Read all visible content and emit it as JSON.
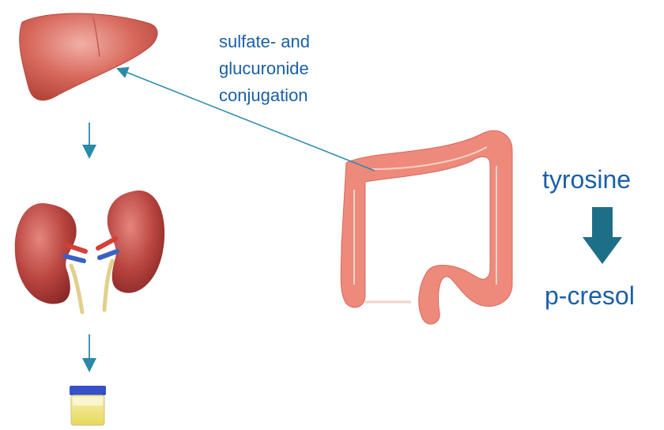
{
  "annotation": {
    "lines": [
      "sulfate- and",
      "glucuronide",
      "conjugation"
    ]
  },
  "metabolism": {
    "precursor": "tyrosine",
    "product": "p-cresol"
  },
  "icons": {
    "liver": "liver-icon",
    "kidneys": "kidneys-icon",
    "urine": "urine-cup-icon",
    "colon": "colon-icon"
  },
  "colors": {
    "text": "#1a5fa8",
    "arrow": "#2a8aa8",
    "big_arrow": "#1d6f88",
    "organ": "#e8786a"
  }
}
